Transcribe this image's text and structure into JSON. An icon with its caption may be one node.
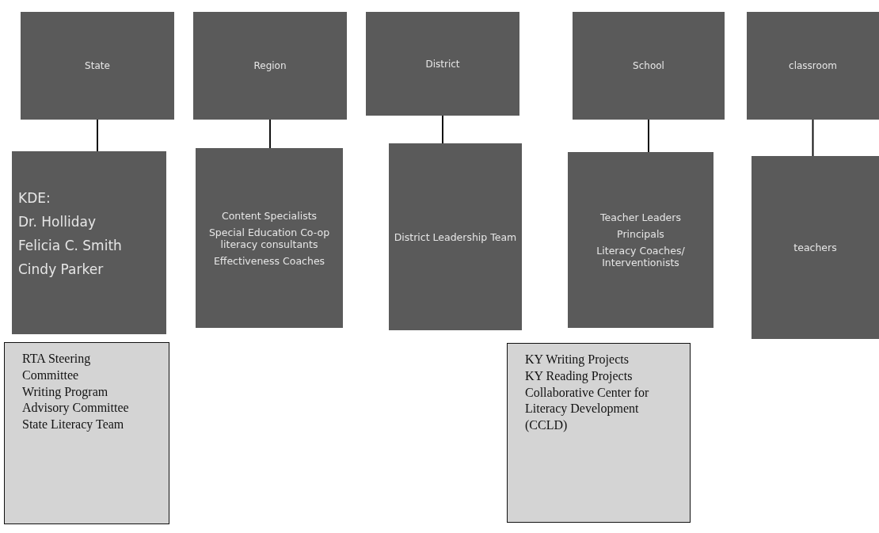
{
  "diagram": {
    "nodes": [
      {
        "text": [
          "State"
        ]
      },
      {
        "text": [
          "Region"
        ]
      },
      {
        "text": [
          "District"
        ]
      },
      {
        "text": [
          "School"
        ]
      },
      {
        "text": [
          "classroom"
        ]
      },
      {
        "text": [
          "KDE:",
          "Dr. Holliday",
          "Felicia C. Smith",
          "Cindy Parker"
        ]
      },
      {
        "text": [
          "Content Specialists",
          "Special Education Co-op literacy consultants",
          "Effectiveness Coaches"
        ]
      },
      {
        "text": [
          "District Leadership Team"
        ]
      },
      {
        "text": [
          "Teacher Leaders",
          "Principals",
          "Literacy Coaches/ Interventionists"
        ]
      },
      {
        "text": [
          "teachers"
        ]
      },
      {
        "text": [
          "RTA Steering Committee",
          "Writing Program Advisory Committee",
          "State Literacy Team"
        ]
      },
      {
        "text": [
          "KY Writing Projects",
          "KY Reading Projects",
          "Collaborative Center for Literacy Development (CCLD)"
        ]
      }
    ],
    "edges": [
      {
        "from": 0,
        "to": 5,
        "arrow": "none"
      },
      {
        "from": 1,
        "to": 6,
        "arrow": "none"
      },
      {
        "from": 2,
        "to": 7,
        "arrow": "none"
      },
      {
        "from": 3,
        "to": 8,
        "arrow": "none"
      },
      {
        "from": 4,
        "to": 9,
        "arrow": "none"
      }
    ]
  }
}
